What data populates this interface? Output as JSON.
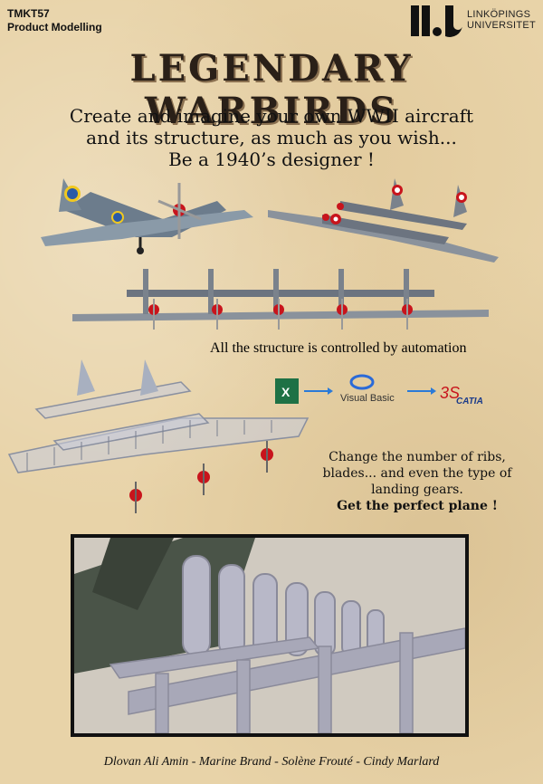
{
  "header": {
    "course_code": "TMKT57",
    "course_name": "Product Modelling",
    "university_line1": "LINKÖPINGS",
    "university_line2": "UNIVERSITET"
  },
  "title": "LEGENDARY WARBIRDS",
  "intro": {
    "line1": "Create and imagine your own WWII aircraft",
    "line2": "and its structure, as much as you wish...",
    "line3": "Be a 1940’s designer !"
  },
  "automation_text": "All the structure is controlled by automation",
  "flow": {
    "step2": "Visual Basic",
    "step3": "CATIA"
  },
  "change": {
    "line1": "Change the number of ribs,",
    "line2": "blades... and even the type of",
    "line3": "landing gears.",
    "line4": "Get the perfect plane !"
  },
  "authors": "Dlovan Ali Amin - Marine Brand - Solène Frouté - Cindy Marlard",
  "colors": {
    "background": "#e8d3a8",
    "title": "#2a2018",
    "accent_red": "#c8141c"
  }
}
